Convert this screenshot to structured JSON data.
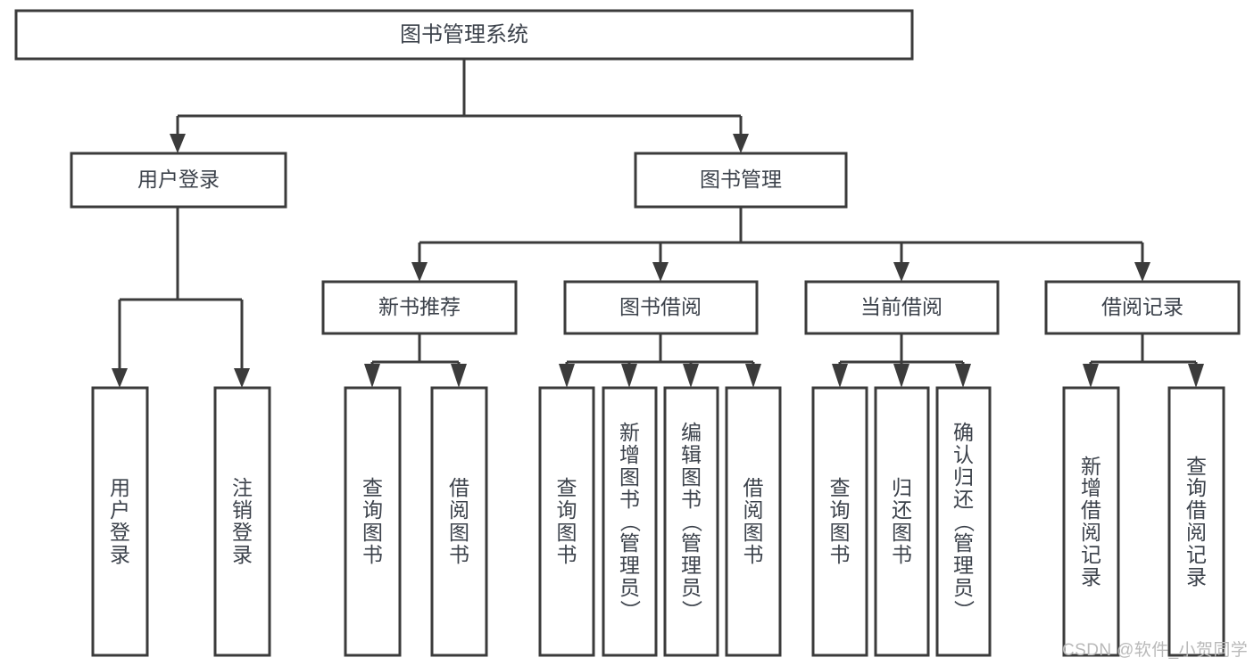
{
  "diagram": {
    "type": "tree",
    "title": "图书管理系统",
    "colors": {
      "box_stroke": "#3b3b3b",
      "text": "#3c424b",
      "background": "#ffffff",
      "watermark": "#b9b9b9"
    },
    "root": {
      "label": "图书管理系统"
    },
    "level2": [
      {
        "label": "用户登录"
      },
      {
        "label": "图书管理"
      }
    ],
    "level3": [
      {
        "label": "新书推荐"
      },
      {
        "label": "图书借阅"
      },
      {
        "label": "当前借阅"
      },
      {
        "label": "借阅记录"
      }
    ],
    "leaves": {
      "user_login": [
        {
          "label": "用户登录"
        },
        {
          "label": "注销登录"
        }
      ],
      "new_book": [
        {
          "label": "查询图书"
        },
        {
          "label": "借阅图书"
        }
      ],
      "borrow": [
        {
          "label": "查询图书"
        },
        {
          "label": "新增图书（管理员）"
        },
        {
          "label": "编辑图书（管理员）"
        },
        {
          "label": "借阅图书"
        }
      ],
      "current": [
        {
          "label": "查询图书"
        },
        {
          "label": "归还图书"
        },
        {
          "label": "确认归还（管理员）"
        }
      ],
      "records": [
        {
          "label": "新增借阅记录"
        },
        {
          "label": "查询借阅记录"
        }
      ]
    }
  },
  "watermark": {
    "text": "CSDN @软件_小贺同学"
  }
}
